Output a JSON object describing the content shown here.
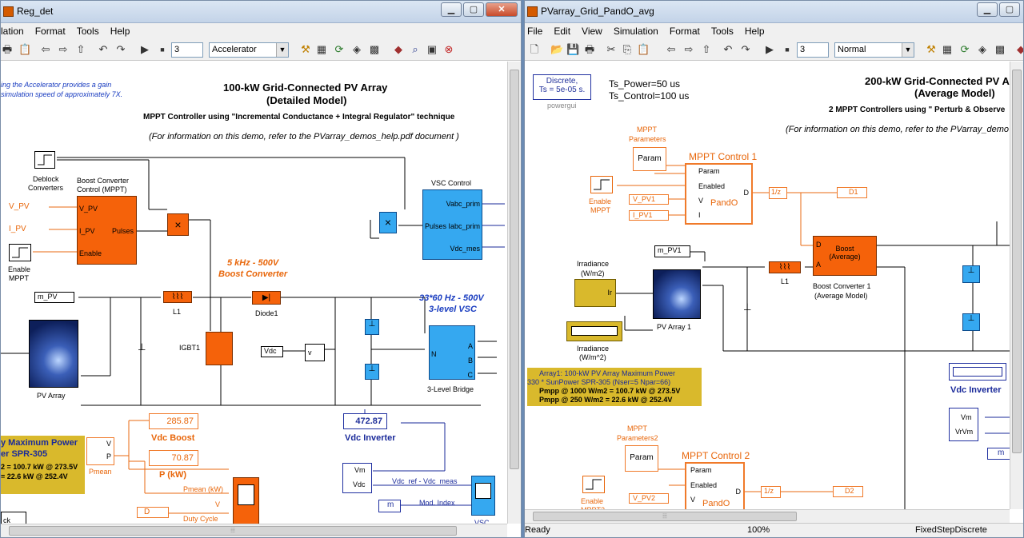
{
  "left_window": {
    "title": "Reg_det",
    "menu": [
      "lation",
      "Format",
      "Tools",
      "Help"
    ],
    "toolbar": {
      "stop_time": "3",
      "sim_mode": "Accelerator"
    },
    "canvas": {
      "note": [
        "ing the Accelerator provides a gain",
        "simulation speed of approximately 7X."
      ],
      "heading1": "100-kW Grid-Connected PV Array",
      "heading2": "(Detailed Model)",
      "subheading": "MPPT Controller using  \"Incremental Conductance + Integral Regulator\"  technique",
      "info": "(For information on this demo,  refer to the PVarray_demos_help.pdf document )",
      "deblock_label": [
        "Deblock",
        "Converters"
      ],
      "boost_ctrl_title": [
        "Boost Converter",
        "Control (MPPT)"
      ],
      "boost_ctrl_ports": {
        "vpv": "V_PV",
        "ipv": "I_PV",
        "enable": "Enable",
        "pulses": "Pulses"
      },
      "goto_vpv": "V_PV",
      "goto_ipv": "I_PV",
      "enable_mppt": [
        "Enable",
        "MPPT"
      ],
      "mult_sym": "×",
      "vsc_control": {
        "title": "VSC Control",
        "vabc_prim": "Vabc_prim",
        "iabc_prim": "Iabc_prim",
        "pulses": "Pulses",
        "vdc_mes": "Vdc_mes"
      },
      "boost_label": [
        "5 kHz - 500V",
        "Boost Converter"
      ],
      "vsc_label": [
        "33*60 Hz - 500V",
        "3-level VSC"
      ],
      "m_pv": "m_PV",
      "l1": "L1",
      "diode1": "Diode1",
      "igbt1": "IGBT1",
      "vdc_tag": "Vdc",
      "vm_v": "v",
      "bridge_label": "3-Level Bridge",
      "bridge_ports": [
        "A",
        "B",
        "C",
        "N"
      ],
      "pv_array_label": "PV Array",
      "array_info": [
        "y Maximum Power",
        "er SPR-305",
        "2 = 100.7 kW @ 273.5V",
        "= 22.6 kW @ 252.4V"
      ],
      "vdc_boost": {
        "value": "285.87",
        "label": "Vdc Boost"
      },
      "p_kw": {
        "value": "70.87",
        "label": "P (kW)"
      },
      "vdc_inv": {
        "value": "472.87",
        "label": "Vdc Inverter"
      },
      "pmean": {
        "v": "V",
        "p": "P",
        "label": "Pmean"
      },
      "scope_sigs": [
        "Pmean (kW)",
        "V",
        "D",
        "Duty Cycle"
      ],
      "vm_block": {
        "vm": "Vm",
        "vdc": "Vdc"
      },
      "vdc_ref": "Vdc_ref - Vdc_meas",
      "mod_index": "Mod. Index",
      "m_tag": "m",
      "vsc_label_bottom": "VSC",
      "ck_label": "ck"
    }
  },
  "right_window": {
    "title": "PVarray_Grid_PandO_avg",
    "menu": [
      "File",
      "Edit",
      "View",
      "Simulation",
      "Format",
      "Tools",
      "Help"
    ],
    "toolbar": {
      "stop_time": "3",
      "sim_mode": "Normal"
    },
    "canvas": {
      "powergui": {
        "line1": "Discrete,",
        "line2": "Ts = 5e-05 s.",
        "label": "powergui"
      },
      "ts_power": "Ts_Power=50 us",
      "ts_control": "Ts_Control=100 us",
      "heading1": "200-kW Grid-Connected PV Ar",
      "heading2": "(Average Model)",
      "subheading": "2 MPPT Controllers using  \" Perturb & Observe",
      "info": "(For information on this demo,  refer to the PVarray_demo",
      "mppt_params1": [
        "MPPT",
        "Parameters"
      ],
      "param": "Param",
      "mppt_ctrl1": {
        "title": "MPPT Control 1",
        "param": "Param",
        "enabled": "Enabled",
        "v": "V",
        "i": "I",
        "d": "D",
        "name": "PandO"
      },
      "enable_mppt": [
        "Enable",
        "MPPT"
      ],
      "v_pv1": "V_PV1",
      "i_pv1": "I_PV1",
      "delay": "1/z",
      "d1": "D1",
      "m_pv1": "m_PV1",
      "boost_avg": {
        "title": [
          "Boost",
          "(Average)"
        ],
        "d": "D",
        "a": "A",
        "label": [
          "Boost Converter 1",
          "(Average Model)"
        ]
      },
      "l1": "L1",
      "irr1": {
        "label": [
          "Irradiance",
          "(W/m2)"
        ],
        "port": "Ir"
      },
      "irr2": {
        "label": [
          "Irradiance",
          "(W/m^2)"
        ]
      },
      "pv_array1": "PV Array 1",
      "array_info": [
        "Array1: 100-kW  PV Array Maximum Power",
        "330 * SunPower SPR-305  (Nser=5 Npar=66)",
        "Pmpp @ 1000 W/m2 = 100.7 kW @ 273.5V",
        "Pmpp @ 250 W/m2   = 22.6 kW @ 252.4V"
      ],
      "vdc_inv_label": "Vdc Inverter",
      "vm_block": {
        "vm": "Vm",
        "vrvm": "VrVm"
      },
      "m_tag": "m",
      "mppt_params2": [
        "MPPT",
        "Parameters2"
      ],
      "mppt_ctrl2": {
        "title": "MPPT Control 2",
        "param": "Param",
        "enabled": "Enabled",
        "v": "V",
        "d": "D",
        "name": "PandO"
      },
      "enable_mppt2": [
        "Enable",
        "MPPT2"
      ],
      "v_pv2": "V_PV2",
      "d2": "D2"
    },
    "status": {
      "ready": "Ready",
      "zoom": "100%",
      "solver": "FixedStepDiscrete"
    }
  },
  "colors": {
    "orange": "#f5620a",
    "blue": "#35a8f0",
    "yellow": "#d9b92c",
    "navy": "#1a2a9a"
  }
}
